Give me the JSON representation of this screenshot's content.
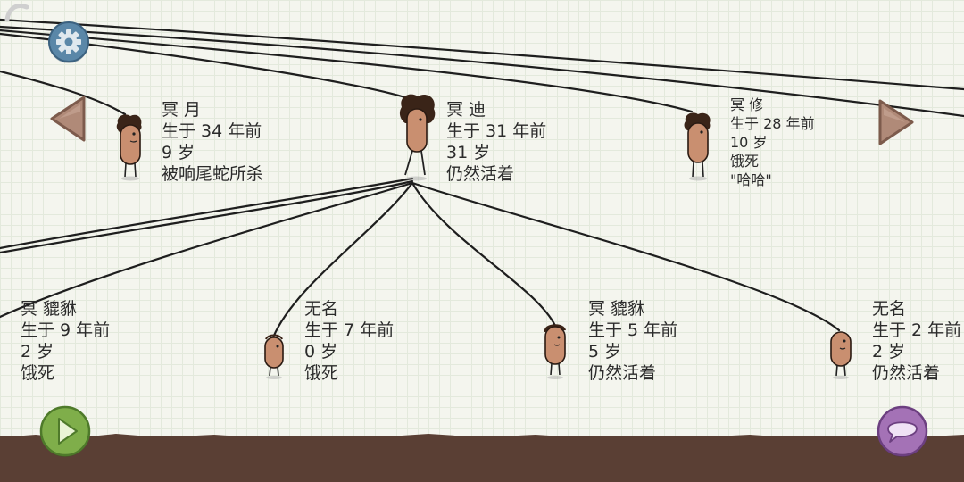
{
  "people": [
    {
      "id": "p1",
      "name": "冥 月",
      "born": "生于 34 年前",
      "age": "9 岁",
      "status": "被响尾蛇所杀"
    },
    {
      "id": "p2",
      "name": "冥 迪",
      "born": "生于 31 年前",
      "age": "31 岁",
      "status": "仍然活着"
    },
    {
      "id": "p3",
      "name": "冥 修",
      "born": "生于 28 年前",
      "age": "10 岁",
      "status": "饿死",
      "note": "\"哈哈\""
    },
    {
      "id": "c1",
      "name": "冥 貔貅",
      "born": "生于 9 年前",
      "age": "2 岁",
      "status": "饿死"
    },
    {
      "id": "c2",
      "name": "无名",
      "born": "生于 7 年前",
      "age": "0 岁",
      "status": "饿死"
    },
    {
      "id": "c3",
      "name": "冥 貔貅",
      "born": "生于 5 年前",
      "age": "5 岁",
      "status": "仍然活着"
    },
    {
      "id": "c4",
      "name": "无名",
      "born": "生于 2 年前",
      "age": "2 岁",
      "status": "仍然活着"
    }
  ],
  "icons": {
    "settings": "gear-icon",
    "prev": "arrow-left-icon",
    "next": "arrow-right-icon",
    "play": "play-icon",
    "chat": "speech-bubble-icon"
  },
  "colors": {
    "ground": "#5a3f34",
    "arrow": "#b08a78",
    "gear": "#5a87a8",
    "play": "#7fae4a",
    "chat": "#a472b6",
    "skin": "#c98f70"
  }
}
